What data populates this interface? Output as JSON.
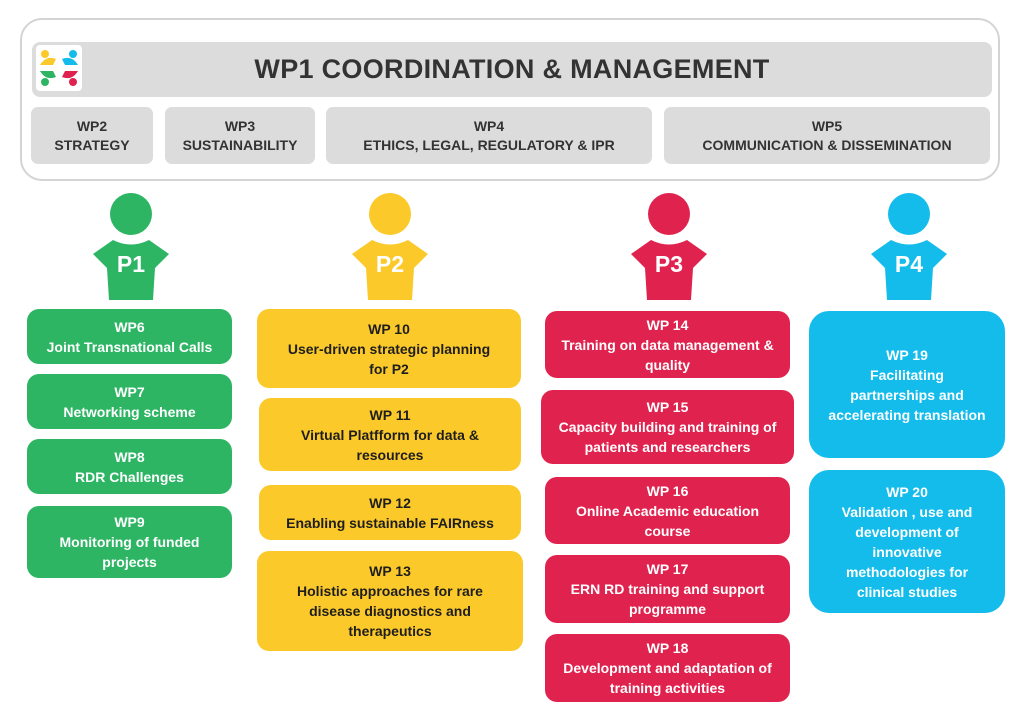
{
  "header": {
    "title": "WP1 COORDINATION & MANAGEMENT",
    "sub": [
      {
        "code": "WP2",
        "name": "STRATEGY"
      },
      {
        "code": "WP3",
        "name": "SUSTAINABILITY"
      },
      {
        "code": "WP4",
        "name": "ETHICS, LEGAL, REGULATORY & IPR"
      },
      {
        "code": "WP5",
        "name": "COMMUNICATION & DISSEMINATION"
      }
    ]
  },
  "colors": {
    "p1": "#2db564",
    "p2": "#fcc92a",
    "p3": "#e0224e",
    "p4": "#14bcec"
  },
  "pillars": [
    {
      "label": "P1",
      "items": [
        {
          "code": "WP6",
          "lines": [
            "Joint Transnational Calls"
          ]
        },
        {
          "code": "WP7",
          "lines": [
            "Networking scheme"
          ]
        },
        {
          "code": "WP8",
          "lines": [
            "RDR Challenges"
          ]
        },
        {
          "code": "WP9",
          "lines": [
            "Monitoring of funded",
            "projects"
          ]
        }
      ]
    },
    {
      "label": "P2",
      "items": [
        {
          "code": "WP 10",
          "lines": [
            "User-driven strategic planning",
            "for P2"
          ]
        },
        {
          "code": "WP 11",
          "lines": [
            "Virtual Platfform for data &",
            "resources"
          ]
        },
        {
          "code": "WP 12",
          "lines": [
            "Enabling sustainable FAIRness"
          ]
        },
        {
          "code": "WP 13",
          "lines": [
            "Holistic approaches for rare",
            "disease diagnostics and",
            "therapeutics"
          ]
        }
      ]
    },
    {
      "label": "P3",
      "items": [
        {
          "code": "WP 14",
          "lines": [
            "Training on data management &",
            "quality"
          ]
        },
        {
          "code": "WP 15",
          "lines": [
            "Capacity building and training of",
            "patients and researchers"
          ]
        },
        {
          "code": "WP 16",
          "lines": [
            "Online Academic education",
            "course"
          ]
        },
        {
          "code": "WP 17",
          "lines": [
            "ERN RD training and support",
            "programme"
          ]
        },
        {
          "code": "WP 18",
          "lines": [
            "Development and adaptation of",
            "training activities"
          ]
        }
      ]
    },
    {
      "label": "P4",
      "items": [
        {
          "code": "WP 19",
          "lines": [
            "Facilitating",
            "partnerships and",
            "accelerating translation"
          ]
        },
        {
          "code": "WP 20",
          "lines": [
            "Validation , use and",
            "development of",
            "innovative",
            "methodologies for",
            "clinical studies"
          ]
        }
      ]
    }
  ]
}
